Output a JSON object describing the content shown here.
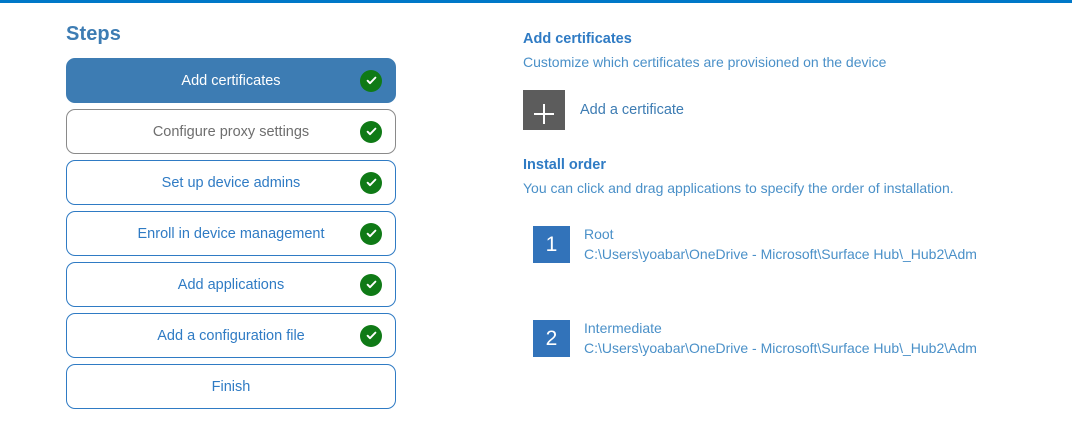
{
  "theme": {
    "top_rule_color": "#0078c8",
    "accent_blue": "#3d7cb3",
    "link_blue": "#2f7bc4",
    "light_blue": "#4a90c8",
    "check_green": "#0f7a16",
    "tile_gray": "#5c5c5c",
    "badge_blue": "#3273ba",
    "muted_gray": "#6e6e6e"
  },
  "steps_panel": {
    "title": "Steps",
    "items": [
      {
        "label": "Add certificates",
        "state": "active",
        "completed": true
      },
      {
        "label": "Configure proxy settings",
        "state": "muted",
        "completed": true
      },
      {
        "label": "Set up device admins",
        "state": "default",
        "completed": true
      },
      {
        "label": "Enroll in device management",
        "state": "default",
        "completed": true
      },
      {
        "label": "Add applications",
        "state": "default",
        "completed": true
      },
      {
        "label": "Add a configuration file",
        "state": "default",
        "completed": true
      },
      {
        "label": "Finish",
        "state": "default",
        "completed": false
      }
    ]
  },
  "detail": {
    "heading": "Add certificates",
    "subheading": "Customize which certificates are provisioned on the device",
    "add_certificate_label": "Add a certificate",
    "add_certificate_icon": "plus-icon",
    "install_order": {
      "heading": "Install order",
      "subheading": "You can click and drag applications to specify the order of installation.",
      "items": [
        {
          "number": "1",
          "name": "Root",
          "path": "C:\\Users\\yoabar\\OneDrive - Microsoft\\Surface Hub\\_Hub2\\Adm"
        },
        {
          "number": "2",
          "name": "Intermediate",
          "path": "C:\\Users\\yoabar\\OneDrive - Microsoft\\Surface Hub\\_Hub2\\Adm"
        }
      ]
    }
  }
}
